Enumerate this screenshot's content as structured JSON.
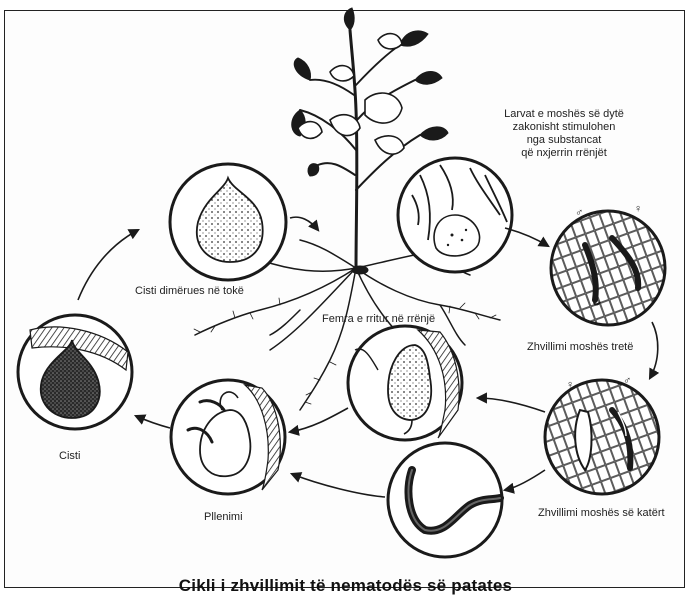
{
  "title": "Cikli i zhvillimit të nematodës së patates",
  "labels": {
    "cyst_winter": "Cisti dimërues në tokë",
    "larvae_stimulated": [
      "Larvat e moshës së dytë",
      "zakonisht stimulohen",
      "nga substancat",
      "që nxjerrin rrënjët"
    ],
    "female_root": "Femra e rritur në rrënjë",
    "third_stage": "Zhvillimi moshës tretë",
    "fourth_stage": "Zhvillimi moshës së katërt",
    "fertilization": "Pllenimi",
    "cyst": "Cisti"
  },
  "icons": {
    "plant": "potato-plant-icon",
    "cyst_winter": "winter-cyst-icon",
    "larvae_root": "larvae-in-root-icon",
    "third_stage": "third-stage-larvae-icon",
    "fourth_stage": "fourth-stage-larvae-icon",
    "nematode": "nematode-worm-icon",
    "female": "adult-female-icon",
    "fertilization": "fertilization-icon",
    "cyst": "cyst-icon"
  },
  "colors": {
    "ink": "#1a1a1a",
    "paper": "#fdfdfd"
  }
}
